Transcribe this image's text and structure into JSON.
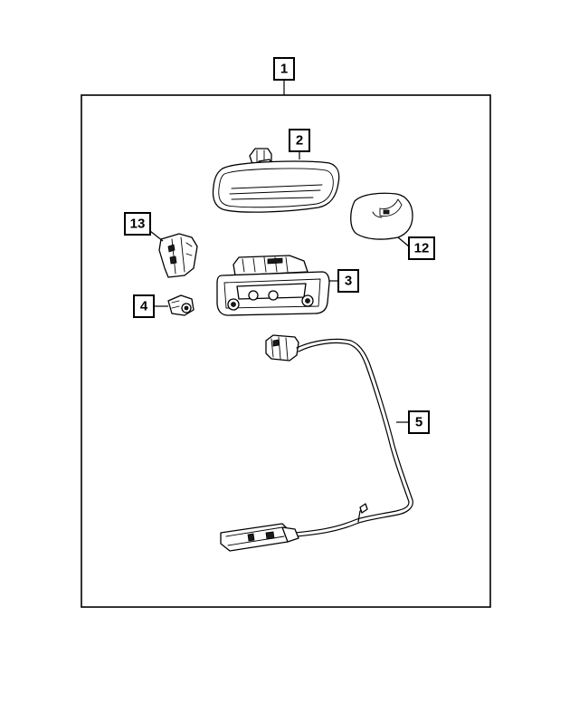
{
  "callouts": {
    "c1": "1",
    "c2": "2",
    "c3": "3",
    "c4": "4",
    "c5": "5",
    "c12": "12",
    "c13": "13"
  },
  "parts": [
    {
      "callout": "1",
      "name": "kit-frame"
    },
    {
      "callout": "2",
      "name": "rearview-mirror"
    },
    {
      "callout": "3",
      "name": "tailgate-handle-camera"
    },
    {
      "callout": "4",
      "name": "camera-connector"
    },
    {
      "callout": "5",
      "name": "wiring-harness"
    },
    {
      "callout": "12",
      "name": "mirror-cover"
    },
    {
      "callout": "13",
      "name": "bracket"
    }
  ]
}
